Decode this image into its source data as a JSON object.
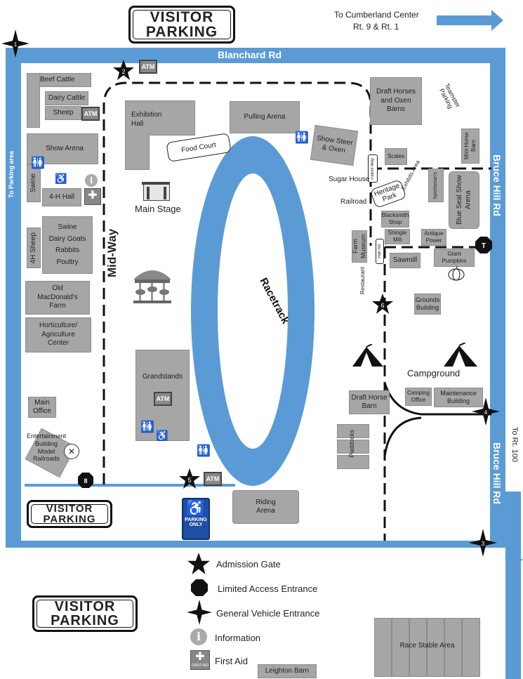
{
  "signs": {
    "visitor_line1": "VISITOR",
    "visitor_line2": "PARKING",
    "parking_only_line1": "PARKING",
    "parking_only_line2": "ONLY"
  },
  "roads": {
    "blanchard": "Blanchard Rd",
    "bruce_hill_top": "Bruce Hill Rd",
    "bruce_hill_bottom": "Bruce Hill Rd",
    "to_parking": "To Parking area",
    "to_cumberland_1": "To Cumberland Center",
    "to_cumberland_2": "Rt. 9 & Rt. 1",
    "to_rt100": "To Rt. 100"
  },
  "gates": [
    "1",
    "2",
    "3",
    "4",
    "5",
    "6",
    "T",
    "8"
  ],
  "atm": "ATM",
  "buildings": {
    "beef_cattle": "Beef Cattle",
    "dairy_cattle": "Dairy Cattle",
    "sheep": "Sheep",
    "show_arena": "Show Arena",
    "swine_left": "Swine",
    "four_h_hall": "4-H Hall",
    "swine": "Swine",
    "dairy_goats": "Dairy Goats",
    "rabbits": "Rabbits",
    "poultry": "Poultry",
    "four_h_sheep": "4H Sheep",
    "old_macdonald_1": "Old",
    "old_macdonald_2": "MacDonald's",
    "old_macdonald_3": "Farm",
    "hort_1": "Horticulture/",
    "hort_2": "Agriculture",
    "hort_3": "Center",
    "main_office_1": "Main",
    "main_office_2": "Office",
    "entertainment_1": "Entertainment",
    "entertainment_2": "Building",
    "model_1": "Model",
    "model_2": "Railroads",
    "exhibition_1": "Exhibition",
    "exhibition_2": "Hall",
    "food_court": "Food Court",
    "pulling_arena": "Pulling Arena",
    "main_stage": "Main Stage",
    "mid_way": "Mid-Way",
    "grandstands": "Grandstands",
    "racetrack": "Racetrack",
    "riding_1": "Riding",
    "riding_2": "Arena",
    "show_steer_1": "Show Steer",
    "show_steer_2": "& Oxen",
    "draft_oxen_1": "Draft Horses",
    "draft_oxen_2": "and Oxen",
    "draft_oxen_3": "Barns",
    "teamster": "Teamster Parking",
    "mini_horse": "Mini-Horse Barn",
    "scales": "Scales",
    "patriot_way": "Patriot Way",
    "sugar_house": "Sugar House",
    "railroad": "Railroad",
    "heritage_1": "Heritage",
    "heritage_2": "Park",
    "exhibits_area": "Exhibits Area",
    "sportsmans": "Sportsman's",
    "blue_seal": "Blue Seal Show Arena",
    "blacksmith_1": "Blacksmith",
    "blacksmith_2": "Shop",
    "shingle_1": "Shingle",
    "shingle_2": "Mill",
    "antique_1": "Antique",
    "antique_2": "Power",
    "farm_museum": "Farm Museum",
    "hall_rd": "Hall Rd",
    "sawmill": "Sawmill",
    "giant_1": "Giant",
    "giant_2": "Pumpkins",
    "restaurant": "Restaurant",
    "grounds_1": "Grounds",
    "grounds_2": "Building",
    "campground": "Campground",
    "draft_horse_1": "Draft Horse",
    "draft_horse_2": "Barn",
    "camping_1": "Camping",
    "camping_2": "Office",
    "maint_1": "Maintenance",
    "maint_2": "Building",
    "paddocks": "Paddocks",
    "race_stable": "Race Stable Area",
    "leighton": "Leighton Barn"
  },
  "legend": {
    "admission_gate": "Admission Gate",
    "limited_access": "Limited Access Entrance",
    "general_vehicle": "General Vehicle Entrance",
    "information": "Information",
    "first_aid": "First Aid",
    "first_aid_icon_text": "FIRST AID"
  },
  "colors": {
    "road": "#5b9bd5",
    "building": "#a6a6a6"
  }
}
